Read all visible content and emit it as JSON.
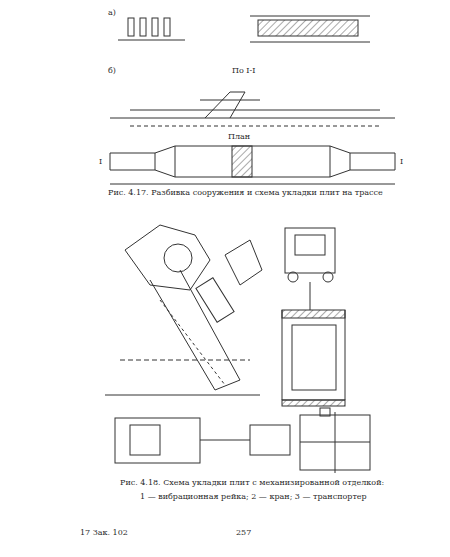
{
  "diagram": {
    "labels": [
      "а)",
      "б)",
      "По I-I",
      "План",
      "I",
      "I",
      "Рис. 4.17. Разбивка сооружения и схема укладки плит на трассе",
      "Рис. 4.18. Схема укладки плит с механизированной отделкой:",
      "1 — вибрационная рейка; 2 — кран; 3 — транспортер",
      "257",
      "17 Зак. 102"
    ]
  }
}
